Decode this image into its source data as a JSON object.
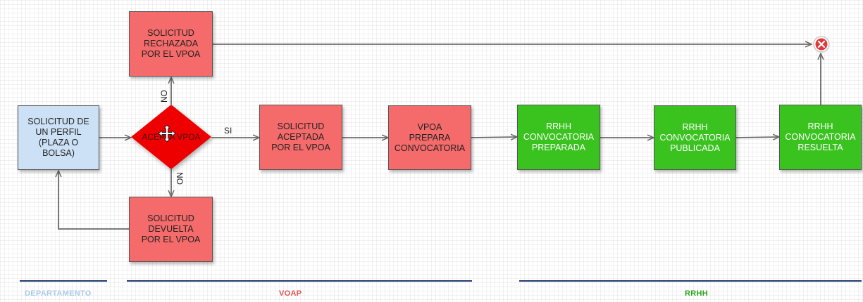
{
  "nodes": {
    "solicitud_perfil": "SOLICITUD DE\nUN PERFIL\n(PLAZA O\nBOLSA)",
    "rechazada": "SOLICITUD\nRECHAZADA\nPOR EL VPOA",
    "decision": "ACEPTA VPOA",
    "devuelta": "SOLICITUD\nDEVUELTA\nPOR EL VPOA",
    "aceptada": "SOLICITUD\nACEPTADA\nPOR EL VPOA",
    "prepara": "VPOA\nPREPARA\nCONVOCATORIA",
    "preparada": "RRHH\nCONVOCATORIA\nPREPARADA",
    "publicada": "RRHH\nCONVOCATORIA\nPUBLICADA",
    "resuelta": "RRHH\nCONVOCATORIA\nRESUELTA"
  },
  "edge_labels": {
    "no_up": "NO",
    "no_down": "NO",
    "si": "SI"
  },
  "lanes": [
    {
      "label": "DEPARTAMENTO",
      "color": "#a9c9e8"
    },
    {
      "label": "VOAP",
      "color": "#e05050"
    },
    {
      "label": "RRHH",
      "color": "#2aa81a"
    }
  ],
  "colors": {
    "department": "#cce1f5",
    "vpoa": "#f56a6a",
    "decision": "#ee0000",
    "rrhh": "#3ac21f",
    "end": "#e03a3a",
    "lane_line": "#1f3b6e"
  },
  "icons": {
    "end": "end-cancel-icon",
    "cursor": "move-cursor-icon"
  }
}
